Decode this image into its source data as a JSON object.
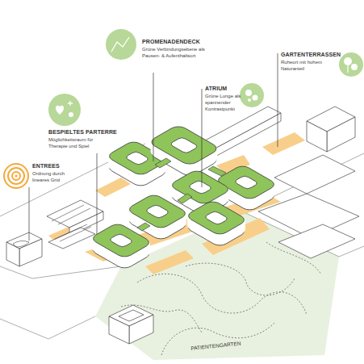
{
  "diagram": {
    "labels": [
      "PROMENADENDECK",
      "Grüne Verbindungsebene als Pausen- & Aufenthaltsort",
      "GARTENTERRASSEN",
      "Ruheort mit hohem Naturanteil",
      "ATRIUM",
      "Grüne Lunge als spannender Kontrastpunkt",
      "BESPIELTES PARTERRE",
      "Möglichkeitsraum für Therapie und Spiel",
      "ENTREES",
      "Ordnung durch lineares Grid",
      "PATIENTENGARTEN"
    ]
  }
}
